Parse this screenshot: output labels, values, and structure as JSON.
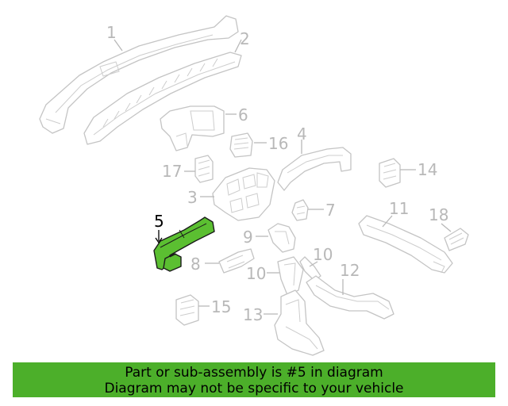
{
  "callouts": {
    "c1": "1",
    "c2": "2",
    "c3": "3",
    "c4": "4",
    "c5": "5",
    "c6": "6",
    "c7": "7",
    "c8": "8",
    "c9": "9",
    "c10a": "10",
    "c10b": "10",
    "c11": "11",
    "c12": "12",
    "c13": "13",
    "c14": "14",
    "c15": "15",
    "c16": "16",
    "c17": "17",
    "c18": "18"
  },
  "banner": {
    "line1": "Part or sub-assembly is #5 in diagram",
    "line2": "Diagram may not be specific to your vehicle"
  },
  "colors": {
    "highlight_fill": "#5bbf31",
    "banner_bg": "#4caf2a",
    "part_outline": "#c4c4c4",
    "label_gray": "#b8b8b8"
  }
}
